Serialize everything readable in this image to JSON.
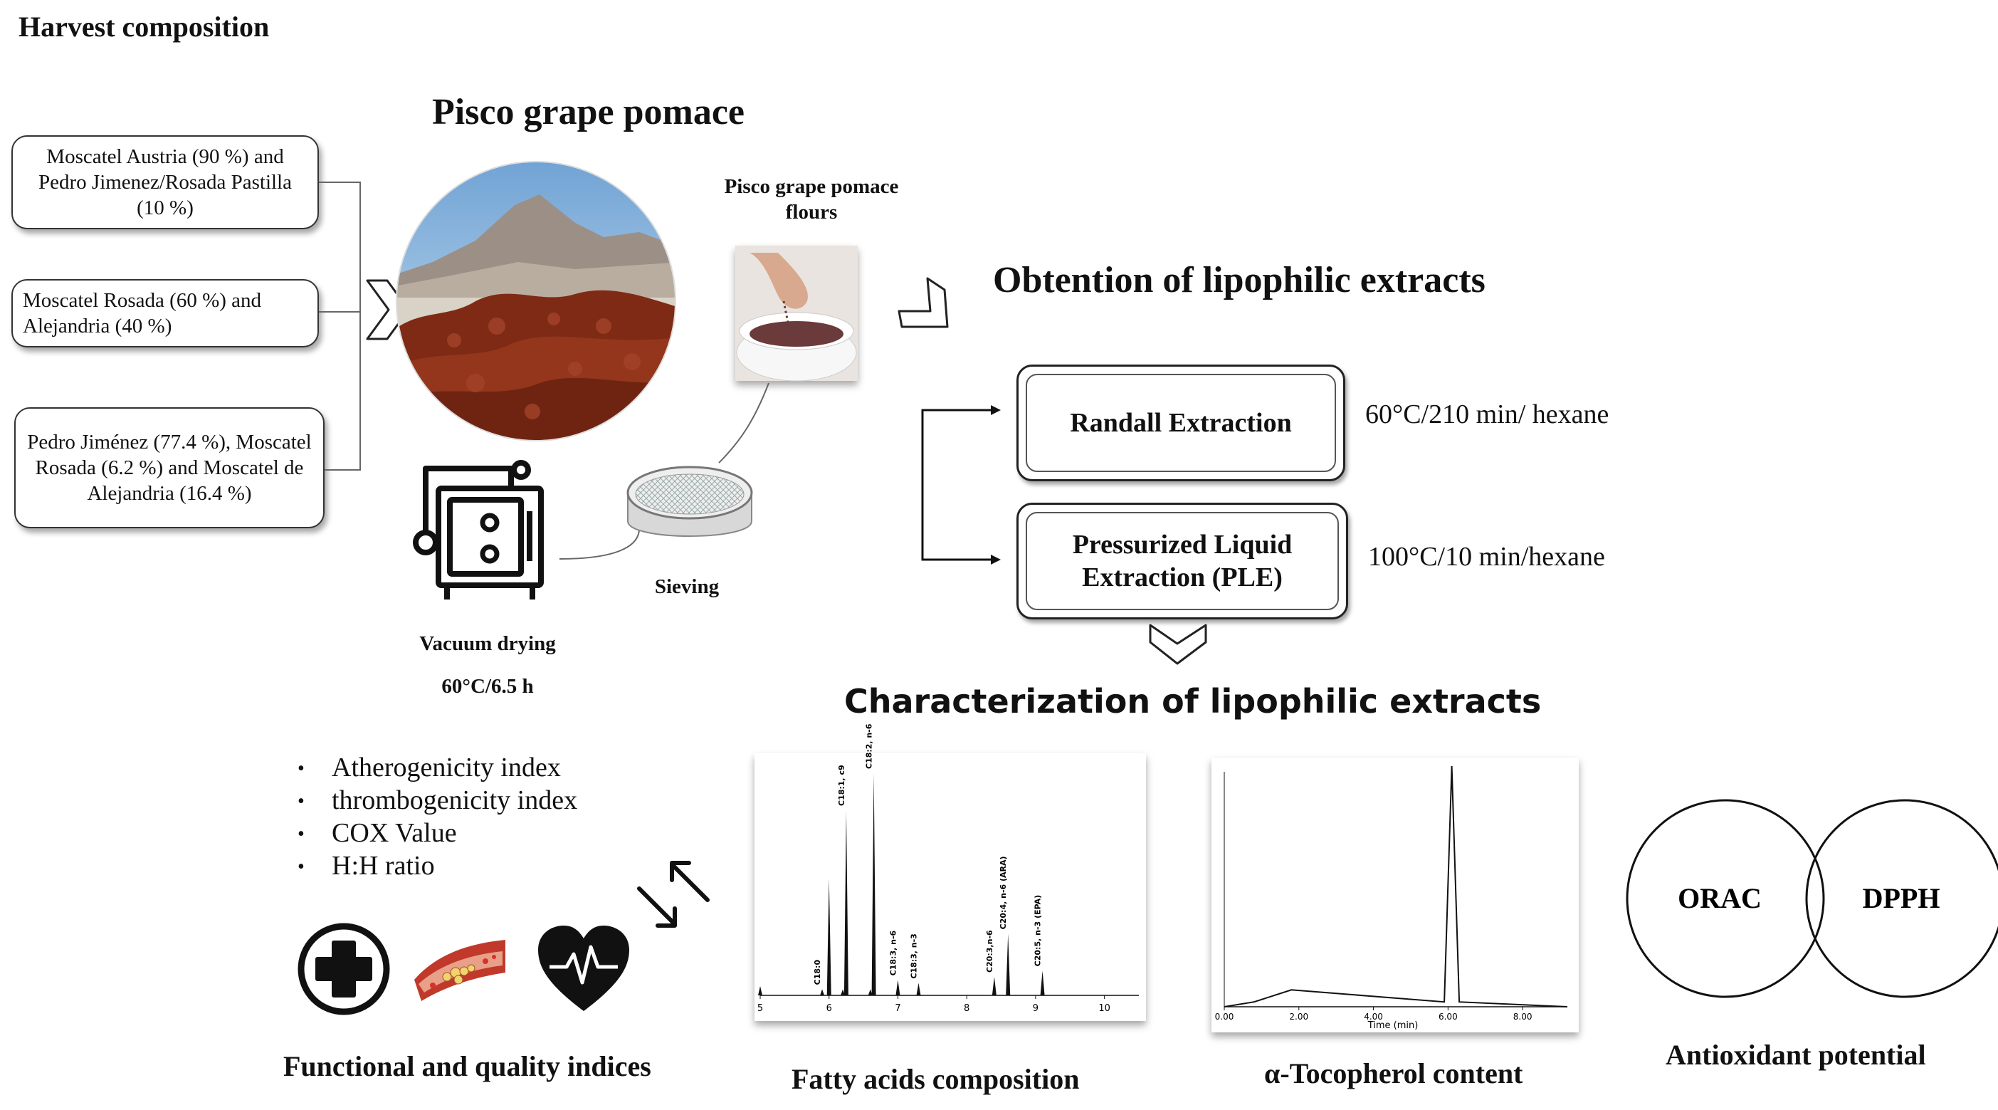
{
  "header": {
    "title": "Harvest composition"
  },
  "main_title": "Pisco grape pomace",
  "varieties": [
    {
      "label": "Moscatel Austria (90 %) and Pedro Jimenez/Rosada Pastilla (10 %)"
    },
    {
      "label": "Moscatel Rosada (60 %) and Alejandria (40 %)"
    },
    {
      "label": "Pedro Jiménez (77.4 %), Moscatel Rosada (6.2 %) and Moscatel de Alejandria (16.4 %)"
    }
  ],
  "flours_label": "Pisco grape pomace flours",
  "vacuum": {
    "label": "Vacuum drying",
    "condition": "60°C/6.5 h"
  },
  "sieving_label": "Sieving",
  "obtention_title": "Obtention of lipophilic extracts",
  "extractions": [
    {
      "name": "Randall Extraction",
      "condition": "60°C/210 min/ hexane"
    },
    {
      "name": "Pressurized Liquid Extraction (PLE)",
      "condition": "100°C/10 min/hexane"
    }
  ],
  "characterization_title": "Characterization of  lipophilic extracts",
  "indices": {
    "items": [
      "Atherogenicity index",
      "thrombogenicity index",
      "COX Value",
      "H:H ratio"
    ],
    "title": "Functional and quality indices"
  },
  "fatty_acids": {
    "title": "Fatty acids composition",
    "x_ticks": [
      "5",
      "6",
      "7",
      "8",
      "9",
      "10"
    ],
    "peak_labels": [
      "C18:0",
      "C18:1, c9",
      "C18:2, n-6",
      "C18:3, n-6",
      "C18:3, n-3",
      "C20:3,n-6",
      "C20:4, n-6 (ARA)",
      "C20:5, n-3 (EPA)"
    ]
  },
  "tocopherol": {
    "title": "α-Tocopherol content",
    "x_ticks": [
      "0.00",
      "2.00",
      "4.00",
      "6.00",
      "8.00"
    ],
    "x_label": "Time (min)"
  },
  "antioxidant": {
    "left": "ORAC",
    "right": "DPPH",
    "title": "Antioxidant potential"
  },
  "colors": {
    "pomace": "#8a2e18",
    "sky": "#8fb9dc",
    "ink": "#111111",
    "vessel": "#c0392b"
  },
  "chart_data": [
    {
      "type": "line",
      "x": [
        5,
        5.9,
        6.0,
        6.2,
        6.25,
        6.6,
        6.65,
        7.0,
        7.3,
        8.4,
        8.6,
        9.1
      ],
      "y": [
        3,
        2,
        38,
        2,
        60,
        2,
        72,
        5,
        4,
        6,
        20,
        8
      ],
      "xlim": [
        5,
        10.5
      ]
    },
    {
      "type": "line",
      "x": [
        0,
        0.8,
        1.8,
        5.9,
        6.1,
        6.3,
        9.2
      ],
      "y": [
        0,
        2,
        7,
        2,
        100,
        2,
        0
      ],
      "xlabel": "Time (min)",
      "xlim": [
        0,
        9.2
      ]
    }
  ]
}
